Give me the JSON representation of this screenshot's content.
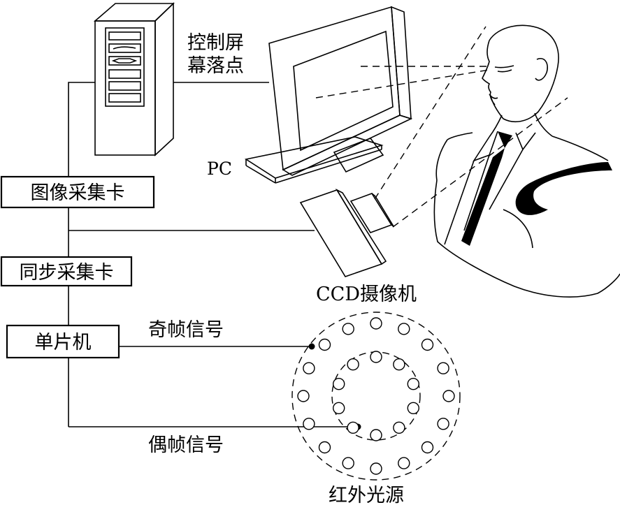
{
  "labels": {
    "control_screen_line1": "控制屏",
    "control_screen_line2": "幕落点",
    "pc": "PC",
    "image_capture_card": "图像采集卡",
    "sync_capture_card": "同步采集卡",
    "mcu": "单片机",
    "odd_frame_signal": "奇帧信号",
    "even_frame_signal": "偶帧信号",
    "ccd_camera": "CCD摄像机",
    "infrared_light_source": "红外光源"
  },
  "colors": {
    "line": "#000000",
    "background": "#ffffff"
  },
  "light_source": {
    "outer_led_count": 16,
    "inner_led_count": 10
  }
}
